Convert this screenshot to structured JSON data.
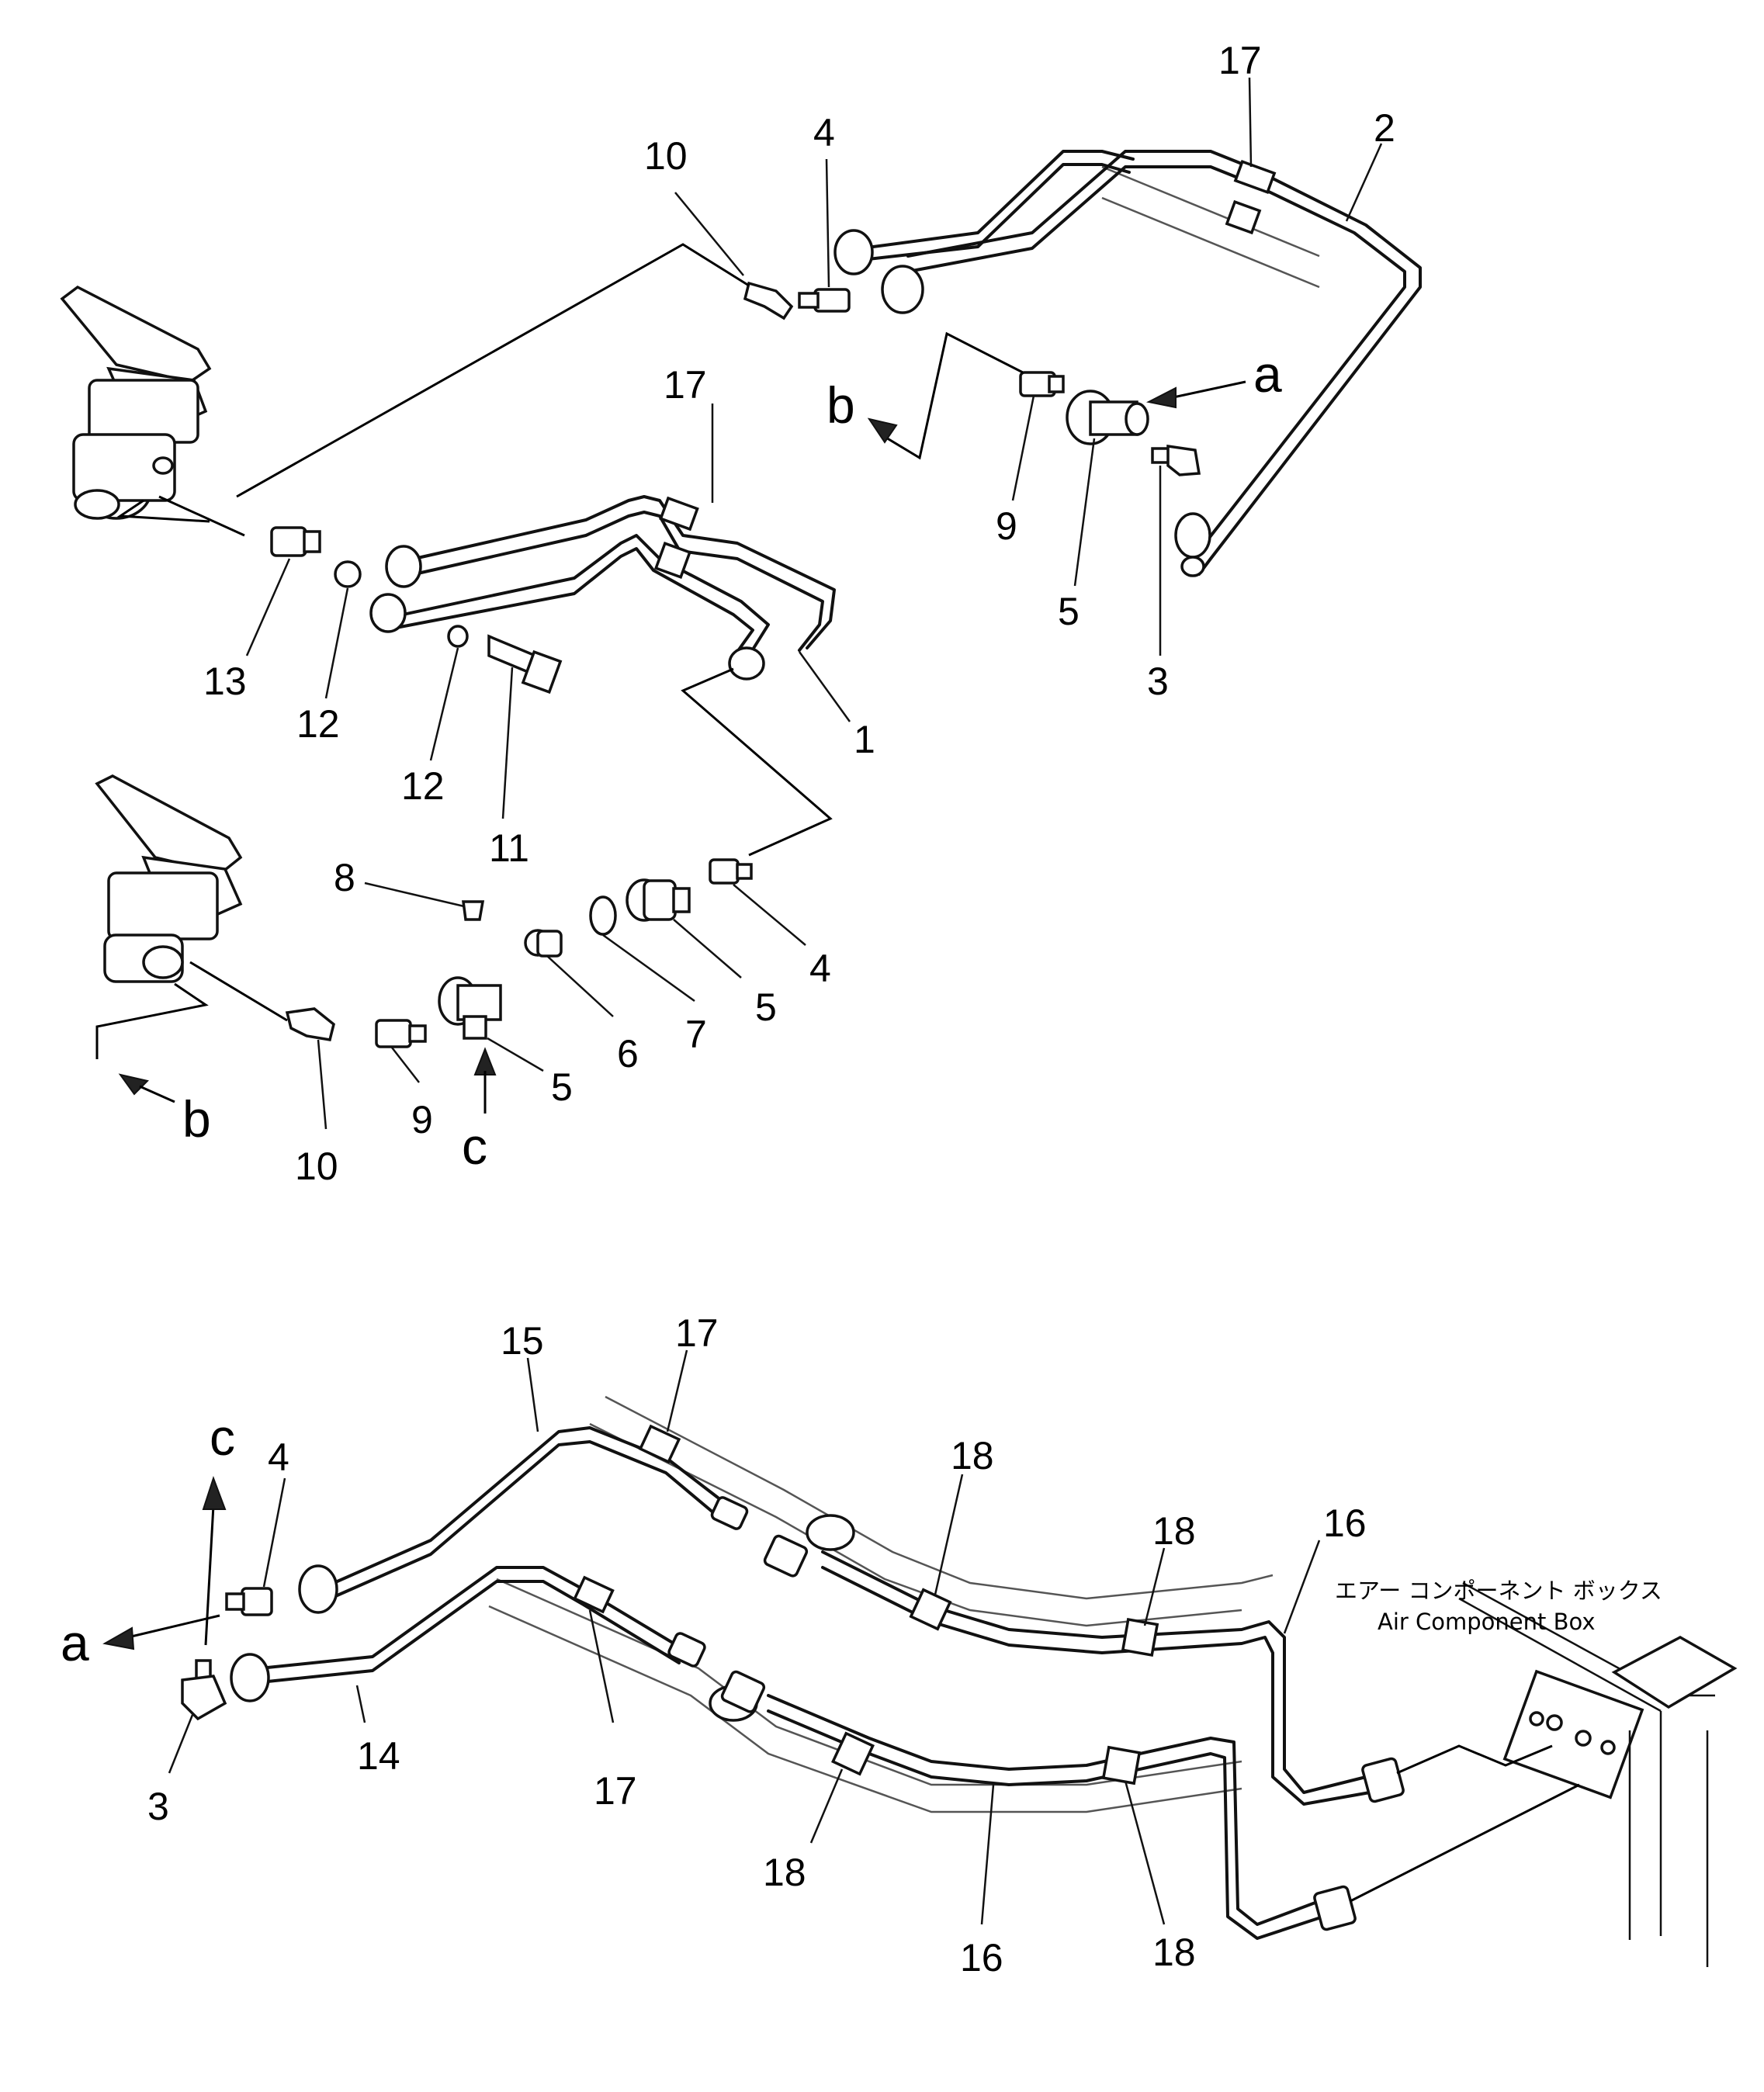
{
  "figure": {
    "part_numbers": [
      "1",
      "2",
      "3",
      "4",
      "5",
      "6",
      "7",
      "8",
      "9",
      "10",
      "11",
      "12",
      "13",
      "14",
      "15",
      "16",
      "17",
      "18"
    ],
    "view_letters": [
      "a",
      "b",
      "c"
    ],
    "caption": {
      "japanese": "エアー コンポーネント ボックス",
      "english": "Air Component Box"
    }
  }
}
